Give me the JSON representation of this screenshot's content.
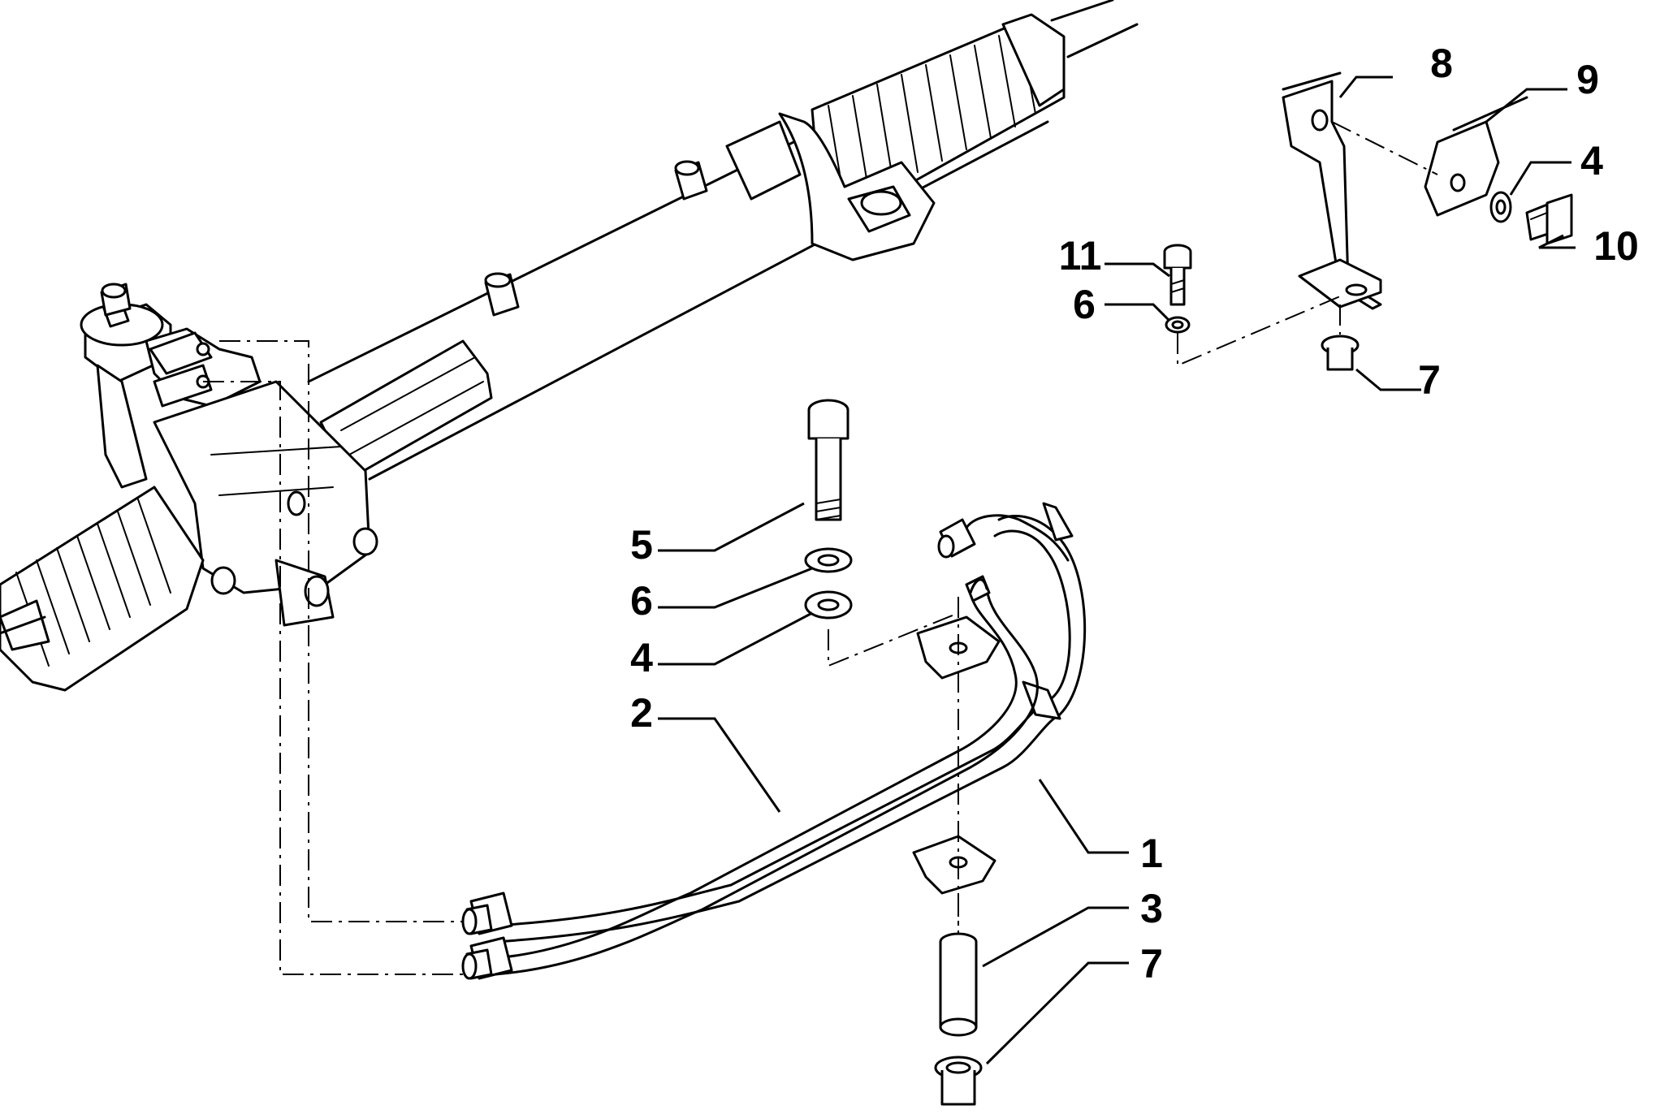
{
  "callouts": [
    {
      "id": "c1",
      "label": "1"
    },
    {
      "id": "c2",
      "label": "2"
    },
    {
      "id": "c3",
      "label": "3"
    },
    {
      "id": "c4a",
      "label": "4"
    },
    {
      "id": "c4b",
      "label": "4"
    },
    {
      "id": "c5",
      "label": "5"
    },
    {
      "id": "c6a",
      "label": "6"
    },
    {
      "id": "c6b",
      "label": "6"
    },
    {
      "id": "c7a",
      "label": "7"
    },
    {
      "id": "c7b",
      "label": "7"
    },
    {
      "id": "c8",
      "label": "8"
    },
    {
      "id": "c9",
      "label": "9"
    },
    {
      "id": "c10",
      "label": "10"
    },
    {
      "id": "c11",
      "label": "11"
    }
  ]
}
